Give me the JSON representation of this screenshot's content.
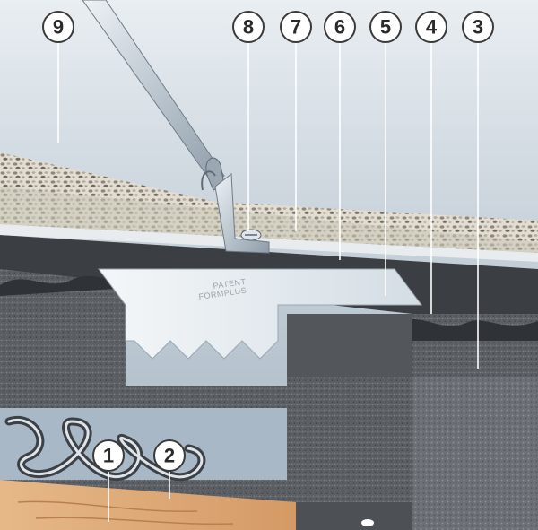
{
  "callouts": [
    {
      "label": "1"
    },
    {
      "label": "2"
    },
    {
      "label": "3"
    },
    {
      "label": "4"
    },
    {
      "label": "5"
    },
    {
      "label": "6"
    },
    {
      "label": "7"
    },
    {
      "label": "8"
    },
    {
      "label": "9"
    }
  ],
  "plate_text": {
    "line1": "PATENT",
    "line2": "FORMPLUS"
  },
  "colors": {
    "sky": "#b7c6d2",
    "insulation": "#595d62",
    "gravel": "#d8d4c8",
    "metal": "#c9d3dc",
    "wood": "#d9a877"
  }
}
